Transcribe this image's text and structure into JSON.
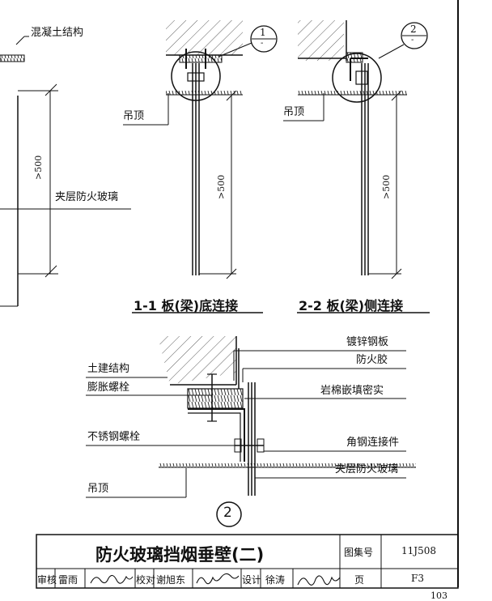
{
  "labels": {
    "concrete_structure": "混凝土结构",
    "interlayer_glass_left": "夹层防火玻璃",
    "ceiling_1": "吊顶",
    "ceiling_2": "吊顶",
    "dim_1": ">500",
    "dim_2": ">500",
    "dim_3": ">500",
    "callout_1": "1",
    "callout_2": "2",
    "callout_dash_1": "-",
    "callout_dash_2": "-",
    "view_title_1": "1-1 板(梁)底连接",
    "view_title_2": "2-2 板(梁)侧连接",
    "civil_structure": "土建结构",
    "expansion_bolt": "膨胀螺栓",
    "stainless_bolt": "不锈钢螺栓",
    "ceiling_3": "吊顶",
    "galvanized_plate": "镀锌钢板",
    "fire_sealant": "防火胶",
    "rockwool": "岩棉嵌填密实",
    "angle_connector": "角钢连接件",
    "interlayer_glass": "夹层防火玻璃",
    "detail_number": "2"
  },
  "title_block": {
    "sheet_title": "防火玻璃挡烟垂壁(二)",
    "atlas_label": "图集号",
    "atlas_number": "11J508",
    "review_label": "审核",
    "reviewer": "雷雨",
    "check_label": "校对",
    "checker": "谢旭东",
    "design_label": "设计",
    "designer": "徐涛",
    "page_label": "页",
    "page_number": "F3"
  },
  "page_number_bottom": "103"
}
